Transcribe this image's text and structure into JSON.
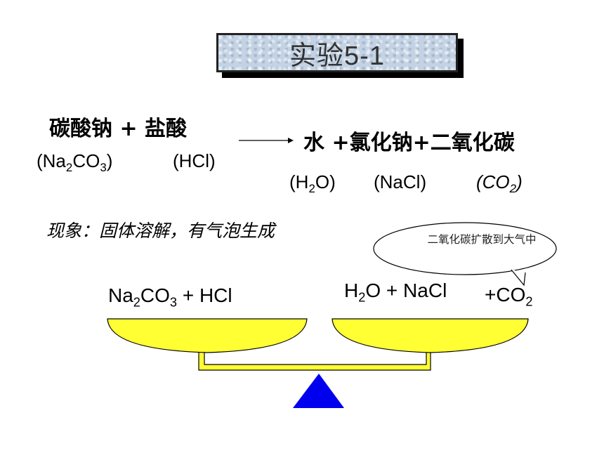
{
  "title": {
    "prefix": "实验",
    "number": "5-1"
  },
  "equation": {
    "reactants_cn": "碳酸钠 + 盐酸",
    "reactant1_formula": {
      "a": "(Na",
      "s1": "2",
      "b": "CO",
      "s2": "3",
      "c": ")"
    },
    "reactant2_formula": "(HCl)",
    "products_cn": "水 +氯化钠+二氧化碳",
    "product1_formula": {
      "a": "(H",
      "s1": "2",
      "b": "O)"
    },
    "product2_formula": "(NaCl)",
    "product3_formula": {
      "a": "(CO",
      "s1": "2",
      "b": ")"
    }
  },
  "observation": "现象：固体溶解，有气泡生成",
  "callout": "二氧化碳扩散到大气中",
  "balance": {
    "left_label": {
      "a": "Na",
      "s1": "2",
      "b": "CO",
      "s2": "3",
      "c": " + HCl"
    },
    "right_label": {
      "a": "H",
      "s1": "2",
      "b": "O + NaCl",
      "c": "+CO",
      "s2": "2"
    }
  },
  "colors": {
    "pan": "#ffff33",
    "fulcrum": "#0000ee",
    "title_bg": "#c4d3e4"
  }
}
